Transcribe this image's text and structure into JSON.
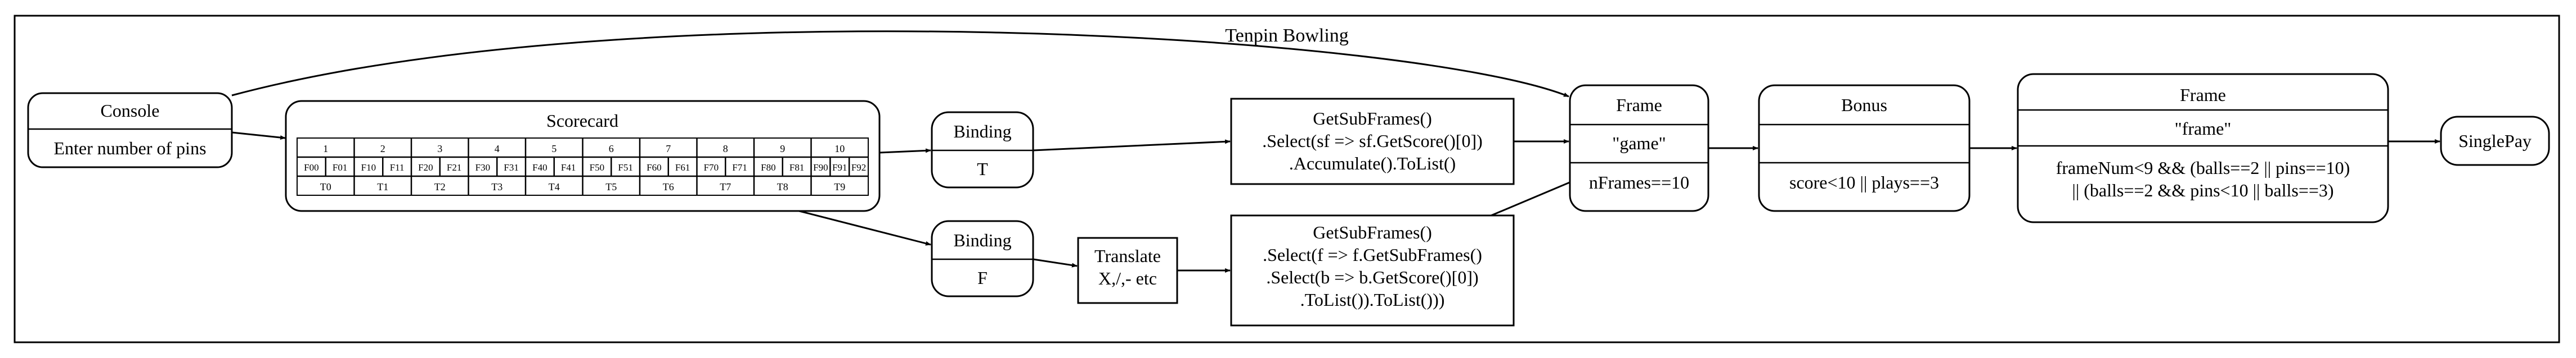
{
  "diagram": {
    "title": "Tenpin Bowling",
    "nodes": {
      "console": {
        "title": "Console",
        "row": "Enter number of pins"
      },
      "scorecard": {
        "title": "Scorecard",
        "frame_numbers": [
          "1",
          "2",
          "3",
          "4",
          "5",
          "6",
          "7",
          "8",
          "9",
          "10"
        ],
        "cells": [
          [
            "F00",
            "F01"
          ],
          [
            "F10",
            "F11"
          ],
          [
            "F20",
            "F21"
          ],
          [
            "F30",
            "F31"
          ],
          [
            "F40",
            "F41"
          ],
          [
            "F50",
            "F51"
          ],
          [
            "F60",
            "F61"
          ],
          [
            "F70",
            "F71"
          ],
          [
            "F80",
            "F81"
          ],
          [
            "F90",
            "F91",
            "F92"
          ]
        ],
        "totals": [
          "T0",
          "T1",
          "T2",
          "T3",
          "T4",
          "T5",
          "T6",
          "T7",
          "T8",
          "T9"
        ]
      },
      "binding_t": {
        "title": "Binding",
        "row": "T"
      },
      "binding_f": {
        "title": "Binding",
        "row": "F"
      },
      "translate": {
        "lines": [
          "Translate",
          "X,/,- etc"
        ]
      },
      "getsub_t": {
        "lines": [
          "GetSubFrames()",
          ".Select(sf => sf.GetScore()[0])",
          ".Accumulate().ToList()"
        ]
      },
      "getsub_f": {
        "lines": [
          "GetSubFrames()",
          ".Select(f => f.GetSubFrames()",
          ".Select(b => b.GetScore()[0])",
          ".ToList()).ToList()))"
        ]
      },
      "frame_game": {
        "title": "Frame",
        "name": "\"game\"",
        "rule": "nFrames==10"
      },
      "bonus": {
        "title": "Bonus",
        "rule": "score<10 || plays==3"
      },
      "frame_frame": {
        "title": "Frame",
        "name": "\"frame\"",
        "rule_lines": [
          "frameNum<9 && (balls==2 || pins==10)",
          "|| (balls==2 && pins<10 || balls==3)"
        ]
      },
      "singlepay": {
        "title": "SinglePay"
      }
    },
    "edges": [
      [
        "console",
        "scorecard"
      ],
      [
        "console",
        "frame_game"
      ],
      [
        "scorecard",
        "binding_t"
      ],
      [
        "scorecard",
        "binding_f"
      ],
      [
        "binding_t",
        "getsub_t"
      ],
      [
        "binding_f",
        "translate"
      ],
      [
        "translate",
        "getsub_f"
      ],
      [
        "getsub_t",
        "frame_game"
      ],
      [
        "getsub_f",
        "frame_game"
      ],
      [
        "frame_game",
        "bonus"
      ],
      [
        "bonus",
        "frame_frame"
      ],
      [
        "frame_frame",
        "singlepay"
      ]
    ]
  }
}
